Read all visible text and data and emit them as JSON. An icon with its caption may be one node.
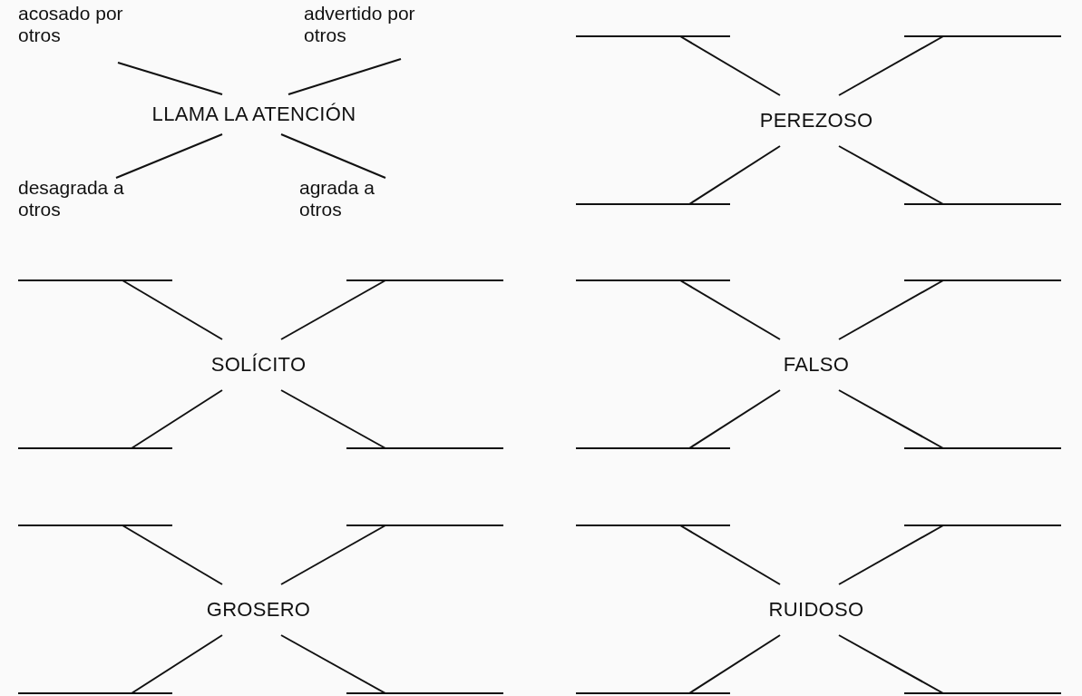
{
  "diagram": {
    "nodes": [
      {
        "text": [
          "acosado por otros"
        ]
      },
      {
        "text": [
          "advertido por otros"
        ]
      },
      {
        "text": [
          "LLAMA LA ATENCIÓN"
        ]
      },
      {
        "text": [
          "desagrada a otros"
        ]
      },
      {
        "text": [
          "agrada a otros"
        ]
      },
      {
        "text": [],
        "shape": "bar"
      },
      {
        "text": [],
        "shape": "bar"
      },
      {
        "text": [
          "PEREZOSO"
        ]
      },
      {
        "text": [],
        "shape": "bar"
      },
      {
        "text": [],
        "shape": "bar"
      },
      {
        "text": [],
        "shape": "bar"
      },
      {
        "text": [],
        "shape": "bar"
      },
      {
        "text": [
          "SOLÍCITO"
        ]
      },
      {
        "text": [],
        "shape": "bar"
      },
      {
        "text": [],
        "shape": "bar"
      },
      {
        "text": [],
        "shape": "bar"
      },
      {
        "text": [],
        "shape": "bar"
      },
      {
        "text": [
          "FALSO"
        ]
      },
      {
        "text": [],
        "shape": "bar"
      },
      {
        "text": [],
        "shape": "bar"
      },
      {
        "text": [],
        "shape": "bar"
      },
      {
        "text": [],
        "shape": "bar"
      },
      {
        "text": [
          "GROSERO"
        ]
      },
      {
        "text": [],
        "shape": "bar"
      },
      {
        "text": [],
        "shape": "bar"
      },
      {
        "text": [],
        "shape": "bar"
      },
      {
        "text": [],
        "shape": "bar"
      },
      {
        "text": [
          "RUIDOSO"
        ]
      },
      {
        "text": [],
        "shape": "bar"
      },
      {
        "text": [],
        "shape": "bar"
      }
    ],
    "edges": [
      {
        "from": 0,
        "to": 2,
        "arrow": "none"
      },
      {
        "from": 1,
        "to": 2,
        "arrow": "none"
      },
      {
        "from": 2,
        "to": 3,
        "arrow": "none"
      },
      {
        "from": 2,
        "to": 4,
        "arrow": "none"
      },
      {
        "from": 5,
        "to": 7,
        "arrow": "none"
      },
      {
        "from": 6,
        "to": 7,
        "arrow": "none"
      },
      {
        "from": 7,
        "to": 8,
        "arrow": "none"
      },
      {
        "from": 7,
        "to": 9,
        "arrow": "none"
      },
      {
        "from": 10,
        "to": 12,
        "arrow": "none"
      },
      {
        "from": 11,
        "to": 12,
        "arrow": "none"
      },
      {
        "from": 12,
        "to": 13,
        "arrow": "none"
      },
      {
        "from": 12,
        "to": 14,
        "arrow": "none"
      },
      {
        "from": 15,
        "to": 17,
        "arrow": "none"
      },
      {
        "from": 16,
        "to": 17,
        "arrow": "none"
      },
      {
        "from": 17,
        "to": 18,
        "arrow": "none"
      },
      {
        "from": 17,
        "to": 19,
        "arrow": "none"
      },
      {
        "from": 20,
        "to": 22,
        "arrow": "none"
      },
      {
        "from": 21,
        "to": 22,
        "arrow": "none"
      },
      {
        "from": 22,
        "to": 23,
        "arrow": "none"
      },
      {
        "from": 22,
        "to": 24,
        "arrow": "none"
      },
      {
        "from": 25,
        "to": 27,
        "arrow": "none"
      },
      {
        "from": 26,
        "to": 27,
        "arrow": "none"
      },
      {
        "from": 27,
        "to": 28,
        "arrow": "none"
      },
      {
        "from": 27,
        "to": 29,
        "arrow": "none"
      }
    ]
  }
}
